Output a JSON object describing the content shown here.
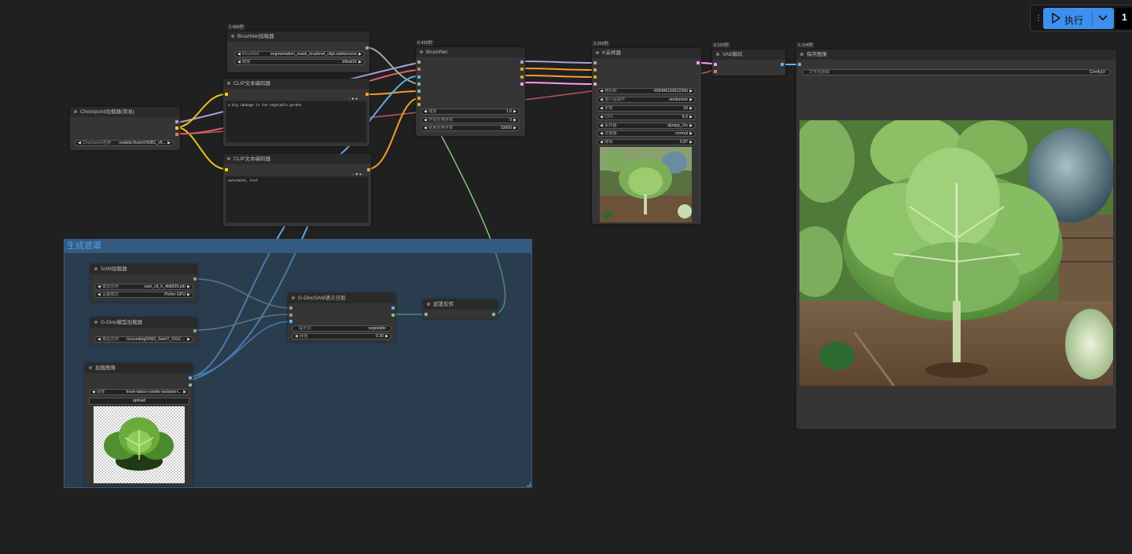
{
  "toolbar": {
    "grip_icon": "grip-dots-icon",
    "run_label": "执行",
    "queue_count": "1",
    "accent": "#3d8ff0"
  },
  "group": {
    "title": "生成遮罩"
  },
  "nodes": {
    "brushnet_loader": {
      "time": "2.466秒",
      "title": "BrushNet加载器",
      "widgets": [
        {
          "label": "BrushNet",
          "value": "segmentation_mask_brushnet_ckpt.safetensors"
        },
        {
          "label": "精度",
          "value": "bfloat16"
        }
      ]
    },
    "brushnet": {
      "time": "0.436秒",
      "title": "BrushNet",
      "widgets": [
        {
          "label": "缩放",
          "value": "1.0"
        },
        {
          "label": "开始应用步数",
          "value": "0"
        },
        {
          "label": "结束应用步数",
          "value": "10000"
        }
      ]
    },
    "checkpoint_loader": {
      "title": "Checkpoint加载器(简易)",
      "widgets": [
        {
          "label": "Checkpoint名称",
          "value": "realisticVisionV60B1_v5..."
        }
      ]
    },
    "clip_pos": {
      "title": "CLIP文本编码器",
      "text": "a big cabbage in the vegetable garden"
    },
    "clip_neg": {
      "title": "CLIP文本编码器",
      "text": "watermark, text"
    },
    "ksampler": {
      "time": "3.269秒",
      "title": "K采样器",
      "widgets": [
        {
          "label": "随机种",
          "value": "458486193622396"
        },
        {
          "label": "运行后操作",
          "value": "randomize"
        },
        {
          "label": "步数",
          "value": "20"
        },
        {
          "label": "CFG",
          "value": "8.0"
        },
        {
          "label": "采样器",
          "value": "dpmpp_2m"
        },
        {
          "label": "调度器",
          "value": "normal"
        },
        {
          "label": "降噪",
          "value": "0.87"
        }
      ]
    },
    "vae_decode": {
      "time": "0.220秒",
      "title": "VAE解码"
    },
    "save_image": {
      "time": "0.104秒",
      "title": "保存图像",
      "widgets": [
        {
          "label": "文件名前缀",
          "value": "ComfyUI"
        }
      ]
    },
    "sam_loader": {
      "title": "SAM加载器",
      "widgets": [
        {
          "label": "模型名称",
          "value": "sam_vit_h_4b8939.pth"
        },
        {
          "label": "设备模式",
          "value": "Prefer GPU"
        }
      ]
    },
    "gdino_loader": {
      "title": "G-Dino模型加载器",
      "widgets": [
        {
          "label": "模型名称",
          "value": "GroundingDINO_SwinT_OGC ..."
        }
      ]
    },
    "load_image": {
      "title": "加载图像",
      "widgets": [
        {
          "label": "图像",
          "value": "fresh-tatsoi-rosette-isolated-t..."
        }
      ],
      "upload_label": "upload"
    },
    "gdino_sam": {
      "title": "G-DinoSAM语义分割",
      "widgets": [
        {
          "label": "提示词",
          "value": "vegetable"
        },
        {
          "label": "阈值",
          "value": "0.30"
        }
      ]
    },
    "invert_mask": {
      "title": "遮罩反转"
    }
  },
  "colors": {
    "model_link": "#b39ddb",
    "clip_link": "#ffd500",
    "conditioning_link": "#ffa931",
    "vae_link": "#ff6e6e",
    "latent_link": "#ff9cf9",
    "image_link": "#64b5f6",
    "mask_link": "#81c784",
    "sam_link": "#8a9e8a"
  }
}
